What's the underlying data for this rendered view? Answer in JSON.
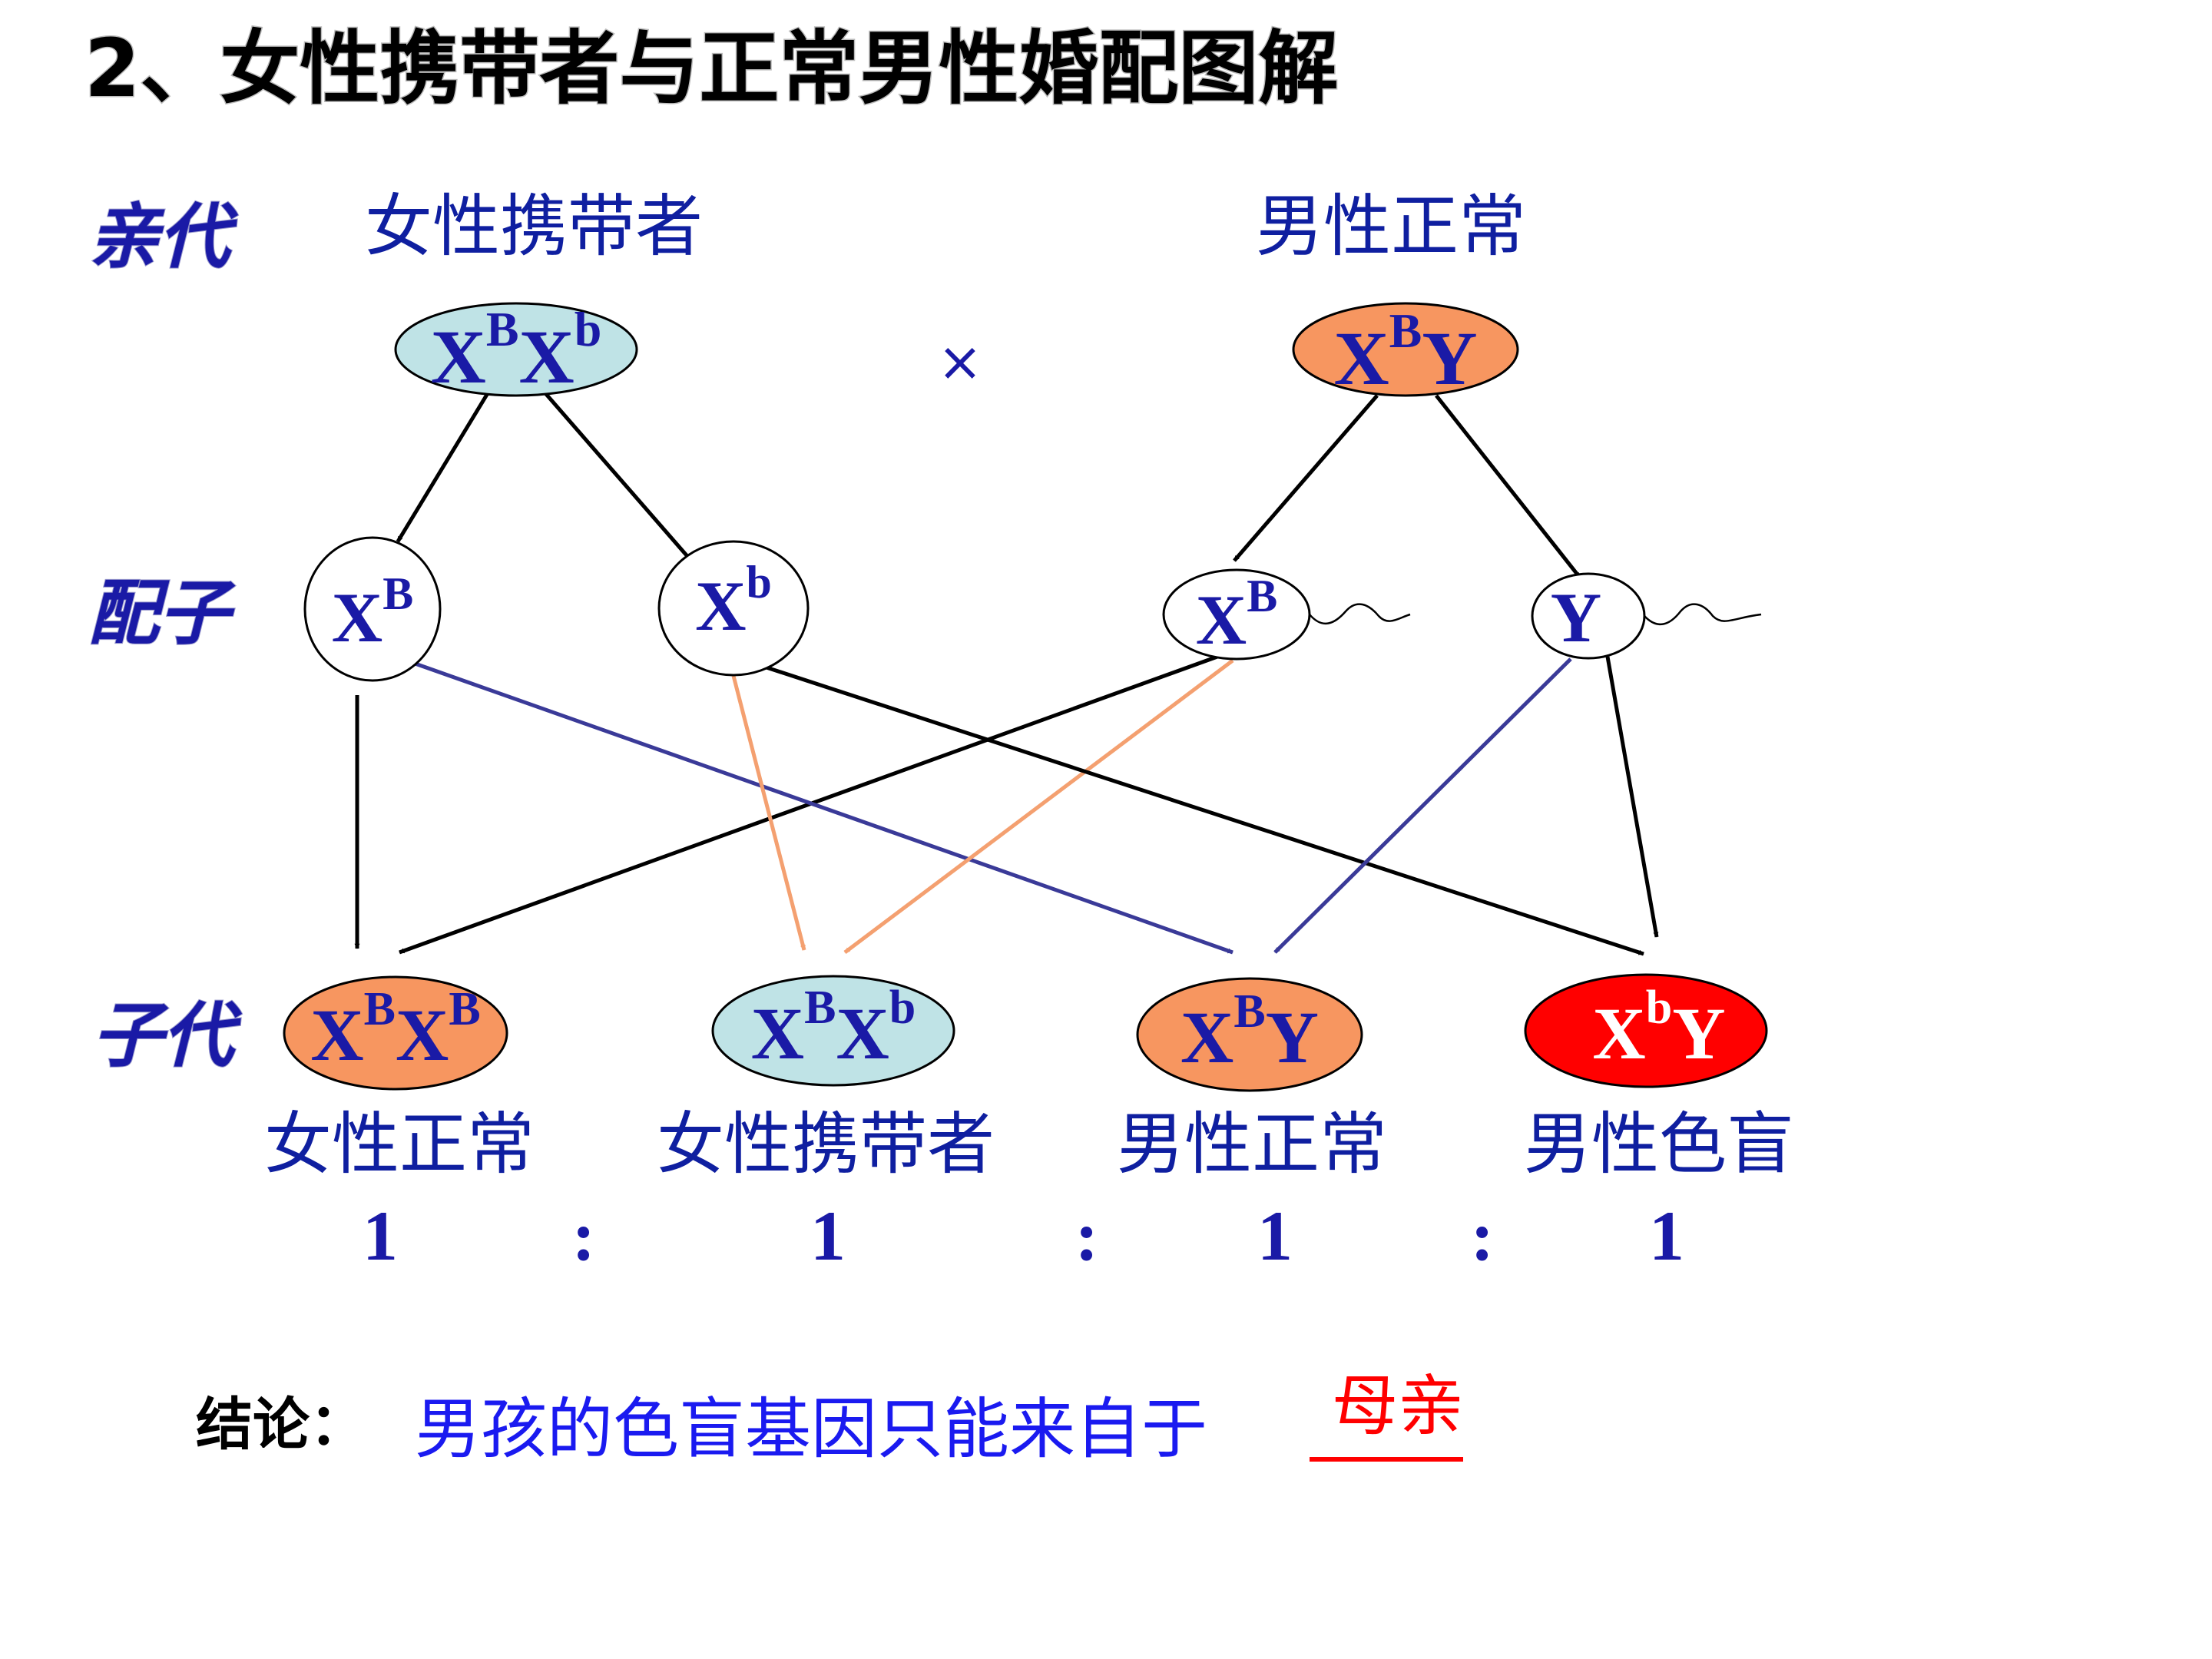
{
  "title": "2、女性携带者与正常男性婚配图解",
  "row_labels": {
    "parents": "亲代",
    "gametes": "配子",
    "offspring": "子代"
  },
  "parents": {
    "mother_label": "女性携带者",
    "father_label": "男性正常",
    "mother_genotype": [
      "X",
      "B",
      "X",
      "b"
    ],
    "father_genotype": [
      "X",
      "B",
      "Y"
    ],
    "cross_symbol": "×"
  },
  "gametes": [
    {
      "base": "X",
      "sup": "B"
    },
    {
      "base": "X",
      "sup": "b"
    },
    {
      "base": "X",
      "sup": "B"
    },
    {
      "base": "Y",
      "sup": ""
    }
  ],
  "offspring": [
    {
      "genotype": [
        "X",
        "B",
        "X",
        "B"
      ],
      "label": "女性正常",
      "fill": "#f79660"
    },
    {
      "genotype": [
        "X",
        "B",
        "X",
        "b"
      ],
      "label": "女性携带者",
      "fill": "#bfe3e6"
    },
    {
      "genotype": [
        "X",
        "B",
        "Y",
        ""
      ],
      "label": "男性正常",
      "fill": "#f79660"
    },
    {
      "genotype": [
        "X",
        "b",
        "Y",
        ""
      ],
      "label": "男性色盲",
      "fill": "#ff0000"
    }
  ],
  "ratio": {
    "values": [
      "1",
      "1",
      "1",
      "1"
    ],
    "separator": ":"
  },
  "conclusion": {
    "label": "结论：",
    "text": "男孩的色盲基因只能来自于",
    "answer": "母亲"
  },
  "colors": {
    "genotype_text": "#1a1aa6",
    "label_text": "#0f1fa0",
    "carrier_fill": "#bfe3e6",
    "normal_fill": "#f79660",
    "affected_fill": "#ff0000",
    "arrow_black": "#000000",
    "arrow_blue": "#3a3a98",
    "arrow_orange": "#f4a070",
    "conclusion_text": "#1a1af0",
    "answer_text": "#ff0000"
  }
}
